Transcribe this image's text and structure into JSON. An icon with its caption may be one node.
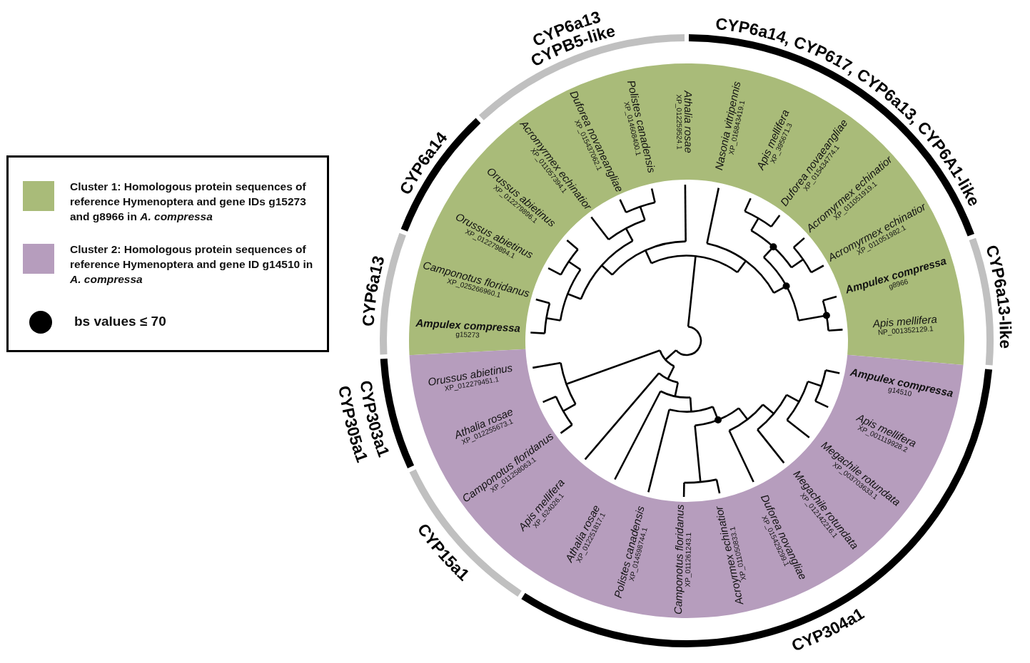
{
  "diagram": {
    "labels": [
      "CYP6a13",
      "CYPB5-like",
      "CYP6a14, CYP617, CYP6a13, CYP6A1-like",
      "CYP6a14",
      "CYP6a13-like",
      "CYP6a13",
      "CYP303a1",
      "CYP305a1",
      "CYP15a1",
      "CYP304a1",
      "Ampulex compressa",
      "g15273",
      "Camponotus floridanus",
      "XP_025266960.1",
      "Orussus abietinus",
      "XP_012279894.1",
      "Orussus abietinus",
      "XP_012279896.1",
      "Acromyrmex echinatior",
      "XP_011057394.1",
      "Duforea novaneangliae",
      "XP_015437062.1",
      "Polistes canadensis",
      "XP_014608400.1",
      "XP_012259524.1",
      "Athalia rosae",
      "Nasonia vitripennis",
      "XP_016843419.1",
      "Apis mellifera",
      "XP_395671.3",
      "Duforea novaeangliae",
      "XP_015434774.1",
      "Acromyrmex echinatior",
      "XP_011051919.1",
      "Acromyrmex echinatior",
      "XP_011051982.1",
      "Ampulex compressa",
      "g8966",
      "Apis mellifera",
      "NP_001352129.1",
      "Orussus abietinus",
      "XP_012279451.1",
      "Athalia rosae",
      "XP_012255673.1",
      "Camponotus floridanus",
      "XP_011258063.1",
      "Apis mellifera",
      "XP_624026.1",
      "Athalia rosae",
      "XP_012251817.1",
      "Polistes canadensis",
      "XP_014598744.1",
      "Camponotus floridanus",
      "XP_011261243.1",
      "Acroyrmex echinatior",
      "XP_011050833.1",
      "Duforea novangliae",
      "XP_015429299.1",
      "Megachile rotundata",
      "XP_012142216.1",
      "Megachile rotundata",
      "XP_003703633.1",
      "Apis mellifera",
      "XP_001119928.2",
      "Ampulex compressa",
      "g14510"
    ],
    "legend": [
      {
        "text": "Cluster 1: Homologous protein sequences of reference Hymenoptera and gene IDs g15273 and g8966 in *A. compressa*",
        "color": "#a9bb79"
      },
      {
        "text": "Cluster 2: Homologous protein sequences of reference Hymenoptera and gene ID g14510 in *A. compressa*",
        "color": "#b69dbd"
      },
      {
        "text": "bs values ≤ 70"
      }
    ]
  }
}
